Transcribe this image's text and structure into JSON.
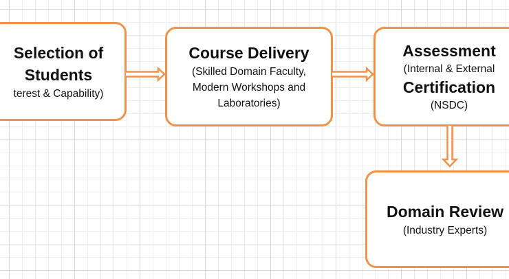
{
  "diagram": {
    "boxes": {
      "selection": {
        "title_line1": "Selection of",
        "title_line2": "Students",
        "subtitle": "terest & Capability)"
      },
      "delivery": {
        "title": "Course Delivery",
        "sub_line1": "(Skilled Domain Faculty,",
        "sub_line2": "Modern Workshops and",
        "sub_line3": "Laboratories)"
      },
      "assessment": {
        "title_line1": "Assessment",
        "sub_line1": "(Internal & External",
        "title_line2": "Certification",
        "sub_line2": "(NSDC)"
      },
      "domain": {
        "title": "Domain Review",
        "subtitle": "(Industry Experts)"
      }
    },
    "colors": {
      "box_border": "#f0924a",
      "arrow": "#f0924a",
      "grid_major": "#d6d6d6",
      "grid_minor": "#ededed"
    }
  }
}
